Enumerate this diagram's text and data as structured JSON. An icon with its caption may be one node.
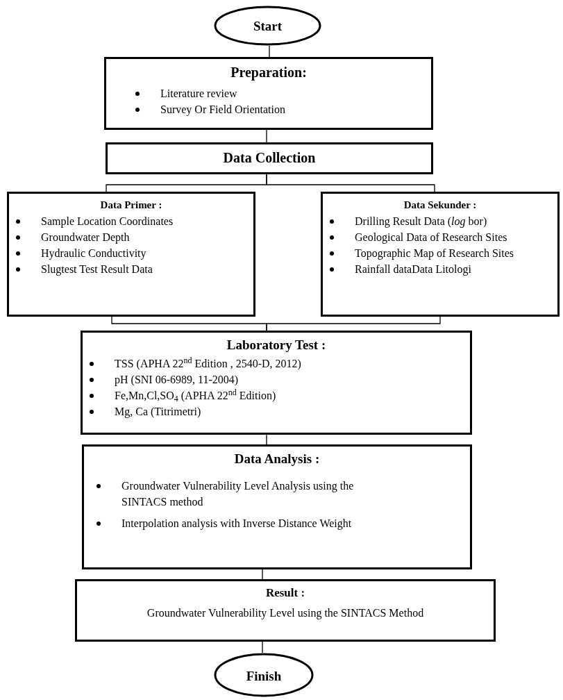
{
  "diagram": {
    "nodes": [
      {
        "text": [
          "Start"
        ]
      },
      {
        "text": [
          "Preparation:",
          "Literature review",
          "Survey Or Field Orientation"
        ]
      },
      {
        "text": [
          "Data Collection"
        ]
      },
      {
        "text": [
          "Data Primer :",
          "Sample Location Coordinates",
          "Groundwater Depth",
          "Hydraulic Conductivity",
          "Slugtest Test Result Data"
        ]
      },
      {
        "text": [
          "Data Sekunder :",
          "Drilling Result Data (*log* bor)",
          "Geological Data of Research Sites",
          "Topographic Map of Research Sites",
          "Rainfall dataData Litologi"
        ]
      },
      {
        "text": [
          "Laboratory Test :",
          "TSS (APHA 22$^{nd}$ Edition , 2540-D, 2012)",
          "pH (SNI 06-6989, 11-2004)",
          "Fe,Mn,Cl,SO$_{4}$  (APHA 22$^{nd}$ Edition)",
          "Mg, Ca (Titrimetri)"
        ]
      },
      {
        "text": [
          "Data Analysis :",
          "Groundwater Vulnerability Level Analysis using the SINTACS method",
          "Interpolation analysis with Inverse Distance Weight"
        ]
      },
      {
        "text": [
          "Result :",
          "Groundwater Vulnerability Level using the SINTACS Method"
        ]
      },
      {
        "text": [
          "Finish"
        ]
      }
    ],
    "edges": [
      {
        "from": 0,
        "to": 1,
        "arrow": "none"
      },
      {
        "from": 1,
        "to": 2,
        "arrow": "none"
      },
      {
        "from": 2,
        "to": 3,
        "arrow": "none"
      },
      {
        "from": 2,
        "to": 4,
        "arrow": "none"
      },
      {
        "from": 3,
        "to": 5,
        "arrow": "none"
      },
      {
        "from": 4,
        "to": 5,
        "arrow": "none"
      },
      {
        "from": 5,
        "to": 6,
        "arrow": "none"
      },
      {
        "from": 6,
        "to": 7,
        "arrow": "none"
      },
      {
        "from": 7,
        "to": 8,
        "arrow": "none"
      }
    ]
  }
}
